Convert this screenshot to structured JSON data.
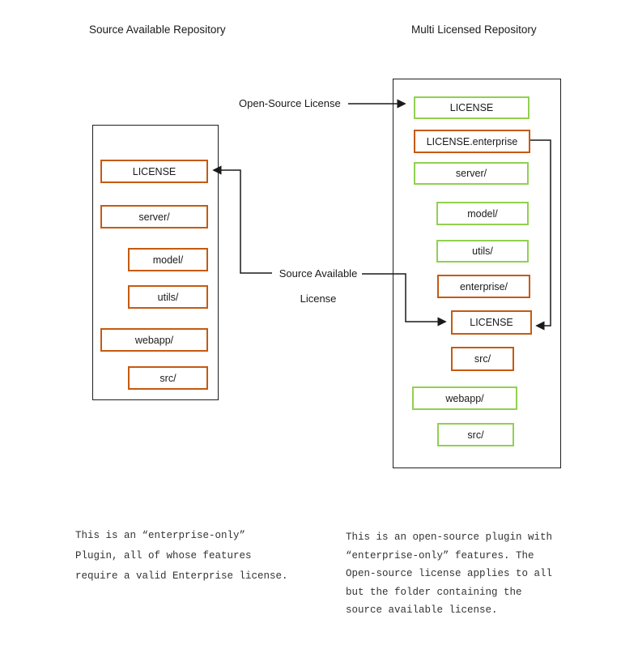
{
  "titles": {
    "left": "Source Available Repository",
    "right": "Multi Licensed Repository"
  },
  "left_repo": {
    "items": [
      {
        "label": "LICENSE",
        "style": "orange"
      },
      {
        "label": "server/",
        "style": "orange"
      },
      {
        "label": "model/",
        "style": "orange"
      },
      {
        "label": "utils/",
        "style": "orange"
      },
      {
        "label": "webapp/",
        "style": "orange"
      },
      {
        "label": "src/",
        "style": "orange"
      }
    ]
  },
  "right_repo": {
    "items": [
      {
        "label": "LICENSE",
        "style": "green"
      },
      {
        "label": "LICENSE.enterprise",
        "style": "orange"
      },
      {
        "label": "server/",
        "style": "green"
      },
      {
        "label": "model/",
        "style": "green"
      },
      {
        "label": "utils/",
        "style": "green"
      },
      {
        "label": "enterprise/",
        "style": "orange"
      },
      {
        "label": "LICENSE",
        "style": "orange"
      },
      {
        "label": "src/",
        "style": "orange"
      },
      {
        "label": "webapp/",
        "style": "green"
      },
      {
        "label": "src/",
        "style": "green"
      }
    ]
  },
  "labels": {
    "open_source": "Open-Source License",
    "source_available": "Source Available\nLicense"
  },
  "captions": {
    "left": "This is an “enterprise-only”\nPlugin, all of whose features\nrequire a valid Enterprise license.",
    "right": "This is an open-source plugin with\n“enterprise-only” features. The\nOpen-source license applies to all\nbut the folder containing the\nsource available license."
  },
  "colors": {
    "orange_border": "#C55A11",
    "green_border": "#92D050",
    "line": "#1a1a1a"
  }
}
